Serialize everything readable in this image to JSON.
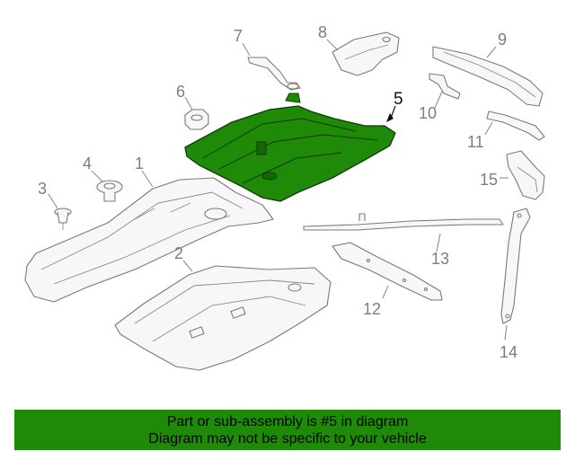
{
  "diagram": {
    "callouts": [
      {
        "id": "1",
        "label": "1"
      },
      {
        "id": "2",
        "label": "2"
      },
      {
        "id": "3",
        "label": "3"
      },
      {
        "id": "4",
        "label": "4"
      },
      {
        "id": "5",
        "label": "5"
      },
      {
        "id": "6",
        "label": "6"
      },
      {
        "id": "7",
        "label": "7"
      },
      {
        "id": "8",
        "label": "8"
      },
      {
        "id": "9",
        "label": "9"
      },
      {
        "id": "10",
        "label": "10"
      },
      {
        "id": "11",
        "label": "11"
      },
      {
        "id": "12",
        "label": "12"
      },
      {
        "id": "13",
        "label": "13"
      },
      {
        "id": "14",
        "label": "14"
      },
      {
        "id": "15",
        "label": "15"
      }
    ],
    "highlighted_part": "5",
    "highlight_color": "#1f8a08",
    "outline_color": "#7a7a7a"
  },
  "banner": {
    "line1": "Part or sub-assembly is #5 in diagram",
    "line2": "Diagram may not be specific to your vehicle",
    "background_color": "#1f8a08"
  }
}
